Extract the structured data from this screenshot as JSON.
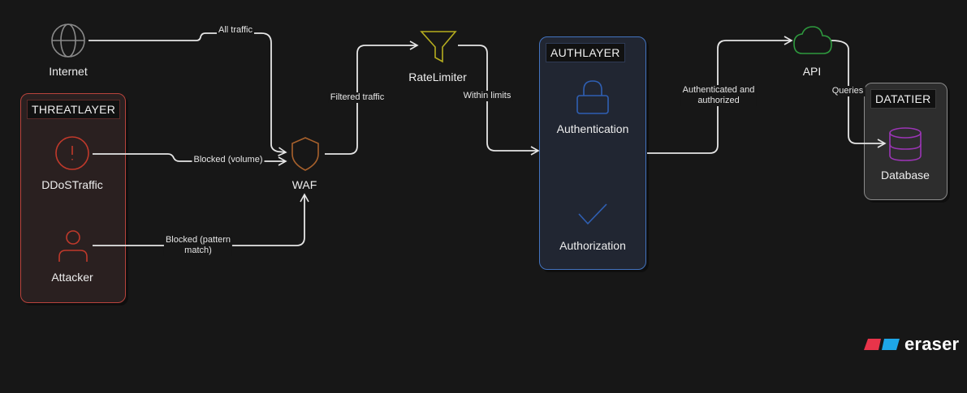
{
  "diagram": {
    "groups": [
      {
        "id": "threatlayer",
        "label": "THREATLAYER",
        "color": "#c0453e"
      },
      {
        "id": "authlayer",
        "label": "AUTHLAYER",
        "color": "#3f6fb8"
      },
      {
        "id": "datatier",
        "label": "DATATIER",
        "color": "#7a7a7a"
      }
    ],
    "nodes": [
      {
        "id": "internet",
        "label": "Internet",
        "icon": "globe-icon",
        "color": "#8a8a8a"
      },
      {
        "id": "ddos",
        "label": "DDoSTraffic",
        "icon": "alert-circle-icon",
        "color": "#c0392b",
        "group": "threatlayer"
      },
      {
        "id": "attacker",
        "label": "Attacker",
        "icon": "user-icon",
        "color": "#c0392b",
        "group": "threatlayer"
      },
      {
        "id": "waf",
        "label": "WAF",
        "icon": "shield-icon",
        "color": "#a8612c"
      },
      {
        "id": "ratelimiter",
        "label": "RateLimiter",
        "icon": "filter-icon",
        "color": "#b5ad1f"
      },
      {
        "id": "authentication",
        "label": "Authentication",
        "icon": "lock-icon",
        "color": "#2f5fb3",
        "group": "authlayer"
      },
      {
        "id": "authorization",
        "label": "Authorization",
        "icon": "check-icon",
        "color": "#2f5fb3",
        "group": "authlayer"
      },
      {
        "id": "api",
        "label": "API",
        "icon": "cloud-icon",
        "color": "#2e9a3e"
      },
      {
        "id": "database",
        "label": "Database",
        "icon": "database-icon",
        "color": "#9b35b5",
        "group": "datatier"
      }
    ],
    "edges": [
      {
        "from": "internet",
        "to": "waf",
        "label": "All traffic"
      },
      {
        "from": "ddos",
        "to": "waf",
        "label": "Blocked (volume)"
      },
      {
        "from": "attacker",
        "to": "waf",
        "label": "Blocked (pattern match)"
      },
      {
        "from": "waf",
        "to": "ratelimiter",
        "label": "Filtered traffic"
      },
      {
        "from": "ratelimiter",
        "to": "authlayer",
        "label": "Within limits"
      },
      {
        "from": "authlayer",
        "to": "api",
        "label": "Authenticated and authorized"
      },
      {
        "from": "api",
        "to": "database",
        "label": "Queries"
      }
    ]
  },
  "labels": {
    "edge_attacker_line1": "Blocked (pattern",
    "edge_attacker_line2": "match)",
    "edge_auth_line1": "Authenticated and",
    "edge_auth_line2": "authorized"
  },
  "branding": {
    "logo_text": "eraser",
    "logo_colors": [
      "#e8344a",
      "#1ea7e8"
    ]
  }
}
